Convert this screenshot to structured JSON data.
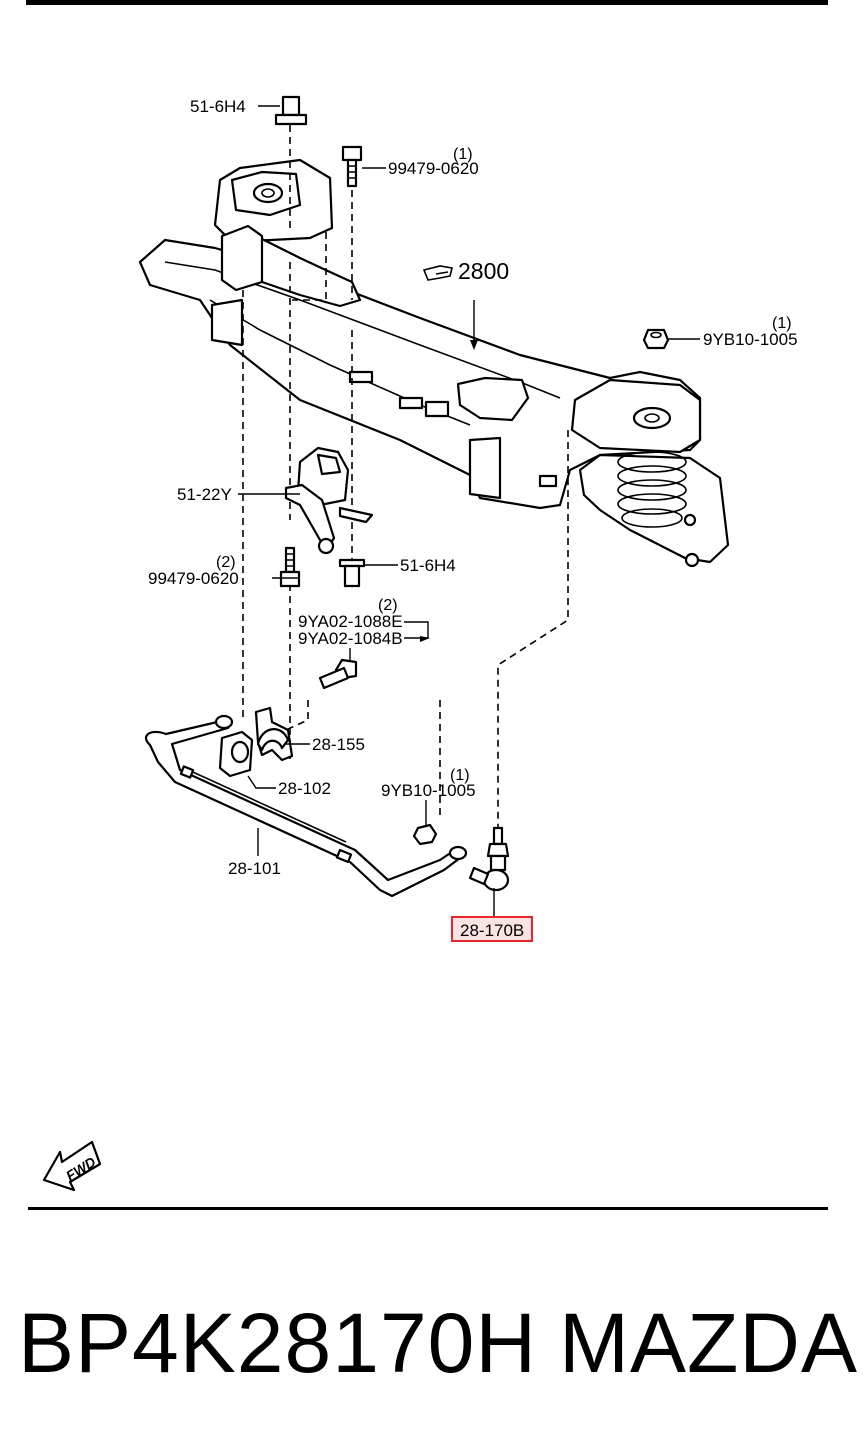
{
  "diagram": {
    "callouts": {
      "bolt_top": "51-6H4",
      "bolt_side": "51-6H4",
      "bolt_99479_top": "99479-0620",
      "bolt_99479_top_qty": "(1)",
      "crossmember": "2800",
      "nut_9yb10_top": "9YB10-1005",
      "nut_9yb10_top_qty": "(1)",
      "sensor_bracket": "51-22Y",
      "bolt_99479_low": "99479-0620",
      "bolt_99479_low_qty": "(2)",
      "bolt_9ya02_a": "9YA02-1088E",
      "bolt_9ya02_b": "9YA02-1084B",
      "bolt_9ya02_qty": "(2)",
      "clamp": "28-155",
      "bushing": "28-102",
      "nut_9yb10_low": "9YB10-1005",
      "nut_9yb10_low_qty": "(1)",
      "stabilizer_bar": "28-101",
      "control_link": "28-170B"
    },
    "highlight_color": "#e8262a",
    "highlight_fill": "#fbe3e3",
    "fwd_label": "FWD",
    "fwd_icon": "forward-arrow-icon"
  },
  "footer": {
    "part_number": "BP4K28170H",
    "brand": "MAZDA"
  }
}
